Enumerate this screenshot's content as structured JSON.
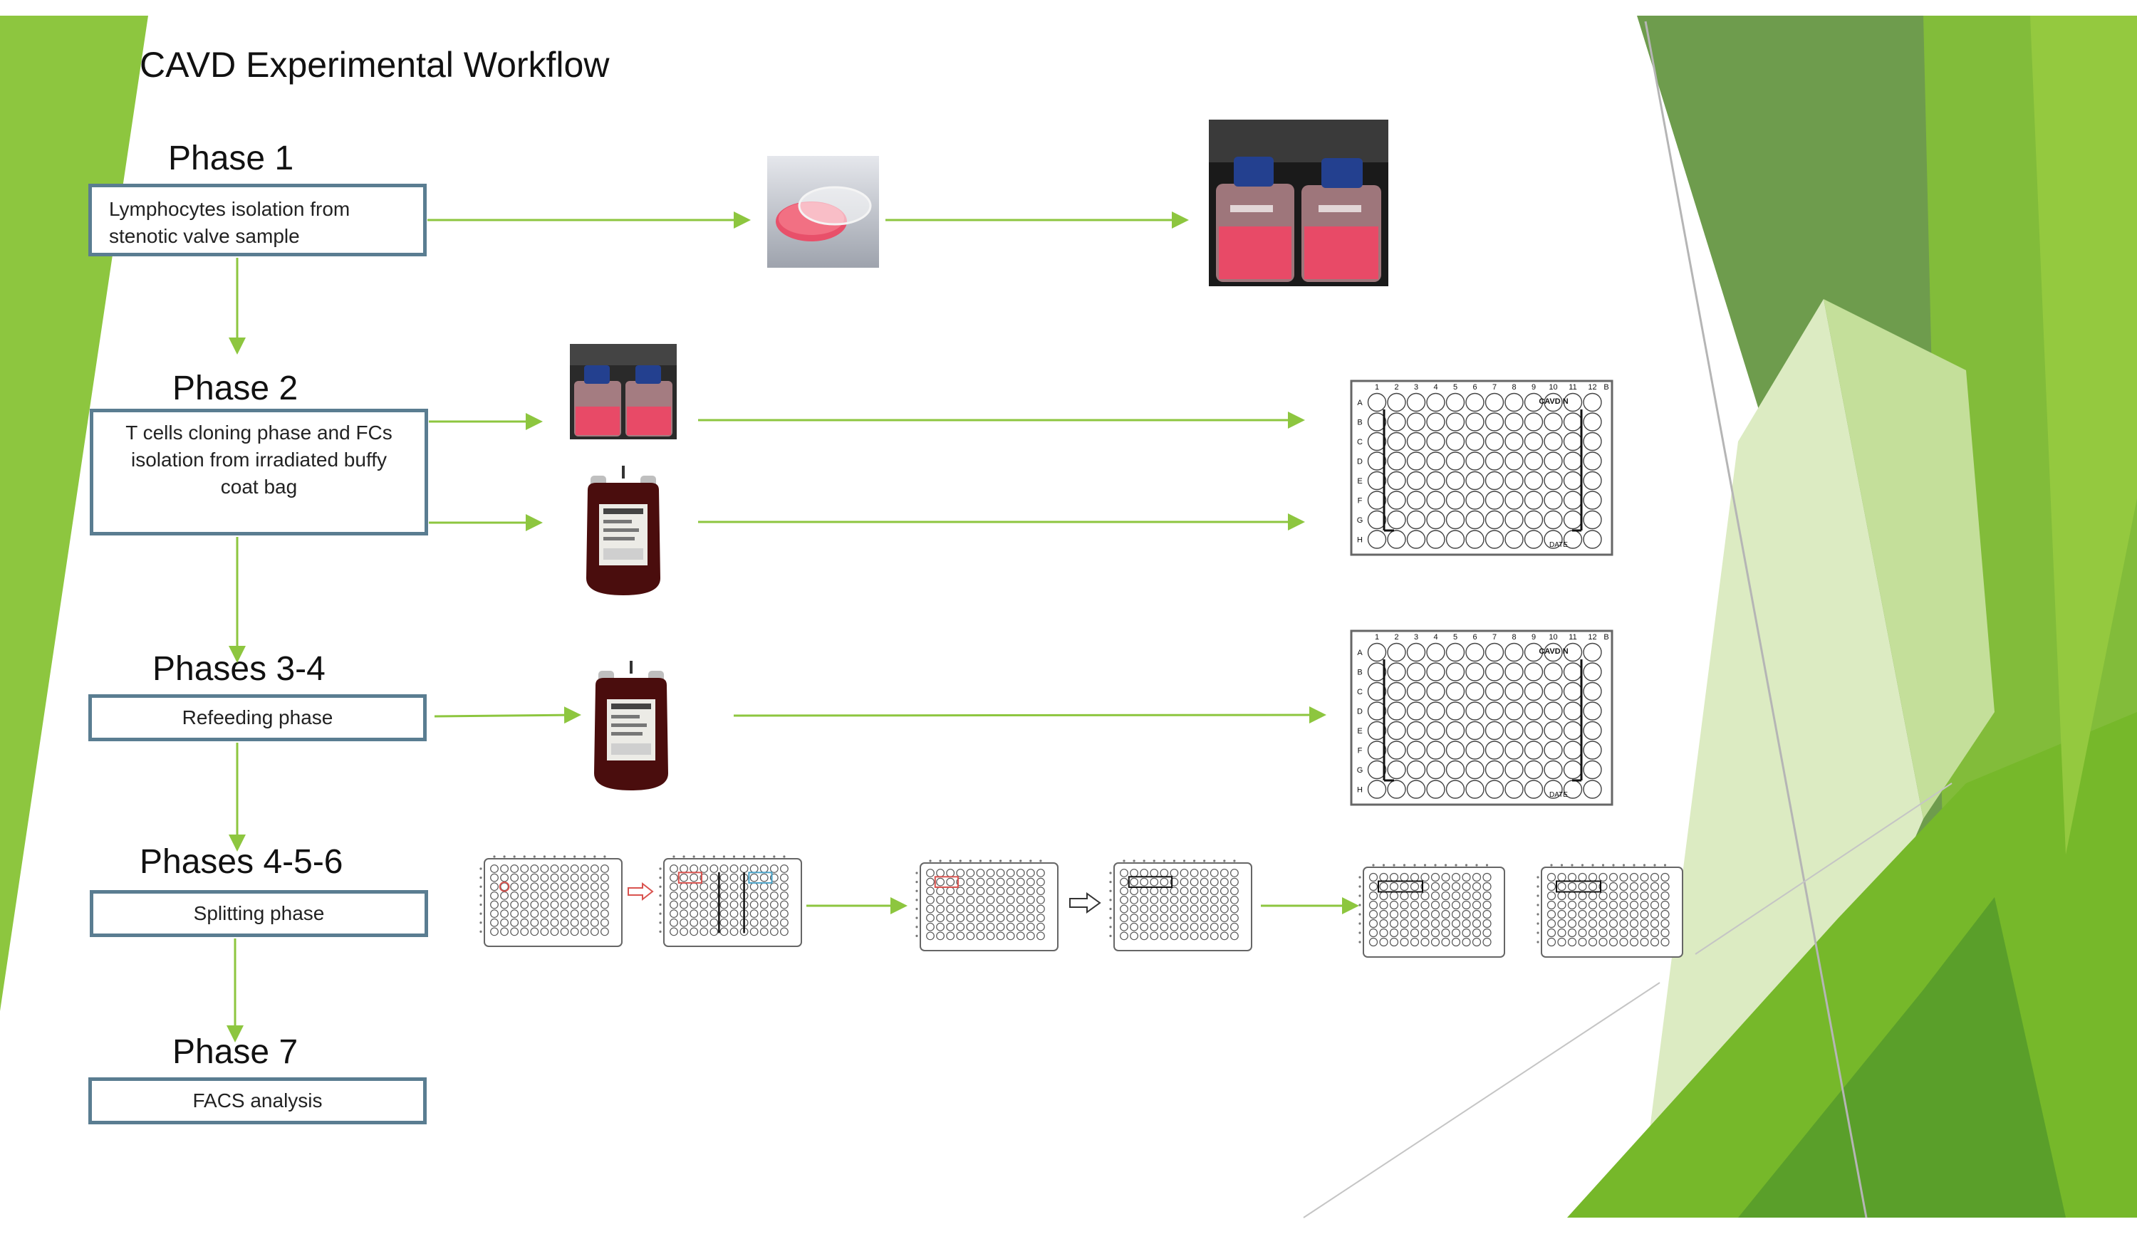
{
  "title": "CAVD Experimental Workflow",
  "colors": {
    "green_light": "#8dc63f",
    "green_mid": "#76b82a",
    "green_dark": "#5e8f3a",
    "box_border": "#5a7d91",
    "arrow": "#8dc63f"
  },
  "phases": [
    {
      "label": "Phase 1",
      "box_text": "Lymphocytes isolation from stenotic valve sample"
    },
    {
      "label": "Phase 2",
      "box_text": "T cells cloning phase and FCs isolation from irradiated buffy coat bag"
    },
    {
      "label": "Phases 3-4",
      "box_text": "Refeeding phase"
    },
    {
      "label": "Phases 4-5-6",
      "box_text": "Splitting phase"
    },
    {
      "label": "Phase 7",
      "box_text": "FACS analysis"
    }
  ],
  "plate": {
    "columns": [
      "1",
      "2",
      "3",
      "4",
      "5",
      "6",
      "7",
      "8",
      "9",
      "10",
      "11",
      "12"
    ],
    "rows": [
      "A",
      "B",
      "C",
      "D",
      "E",
      "F",
      "G",
      "H"
    ],
    "top_right_mark": "B",
    "label_top": "CAVD N",
    "label_bottom": "DATE"
  },
  "icons": {
    "petri_dish": "petri-dish-icon",
    "culture_flasks": "culture-flask-icon",
    "blood_bag": "blood-bag-icon",
    "well_plate": "96-well-plate-icon"
  }
}
